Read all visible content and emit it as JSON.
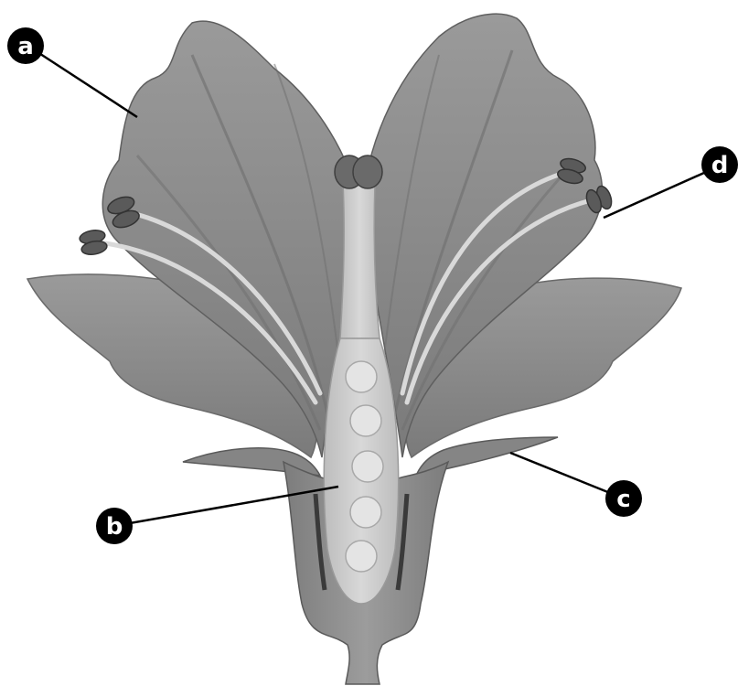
{
  "labels": {
    "a": "a",
    "b": "b",
    "c": "c",
    "d": "d"
  },
  "colors": {
    "background": "#ffffff",
    "petal_fill": "#8a8a8a",
    "petal_vein": "#6c6c6c",
    "petal_edge": "#5a5a5a",
    "pistil_fill": "#cfcfcf",
    "ovule_fill": "#e6e6e6",
    "anther_fill": "#555555",
    "leader_line": "#000000",
    "label_marker": "#000000",
    "label_text": "#ffffff"
  }
}
